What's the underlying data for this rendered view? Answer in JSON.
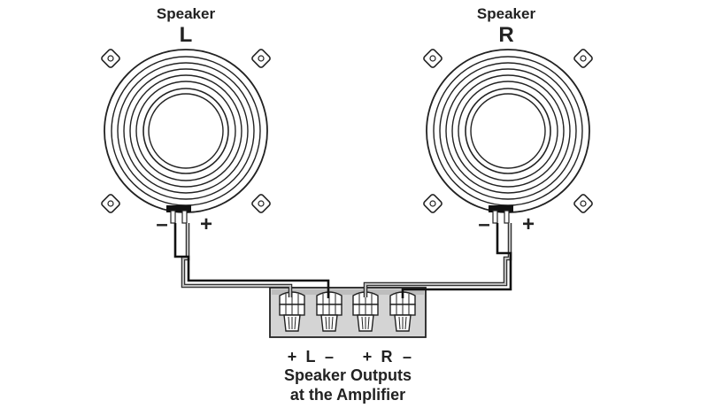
{
  "speakers": {
    "left": {
      "word": "Speaker",
      "channel": "L",
      "minus": "–",
      "plus": "+"
    },
    "right": {
      "word": "Speaker",
      "channel": "R",
      "minus": "–",
      "plus": "+"
    }
  },
  "amplifier": {
    "terminals": [
      "+",
      "L",
      "–",
      "+",
      "R",
      "–"
    ],
    "caption_line1": "Speaker Outputs",
    "caption_line2": "at the Amplifier"
  },
  "colors": {
    "outline": "#222222",
    "positive_wire": "#aaaaaa",
    "negative_wire": "#111111",
    "terminal_block": "#d4d4d4"
  }
}
